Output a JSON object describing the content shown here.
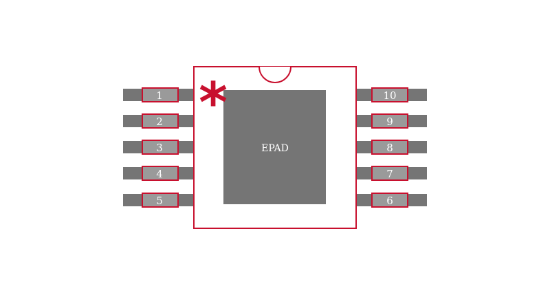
{
  "colors": {
    "background": "#ffffff",
    "outline": "#c8102e",
    "pad_fill": "#757575",
    "pin_pad_fill": "#9a9a9a",
    "label": "#ffffff"
  },
  "package": {
    "pin1_marker": "*",
    "epad_label": "EPAD",
    "pins_left": [
      "1",
      "2",
      "3",
      "4",
      "5"
    ],
    "pins_right": [
      "10",
      "9",
      "8",
      "7",
      "6"
    ]
  }
}
